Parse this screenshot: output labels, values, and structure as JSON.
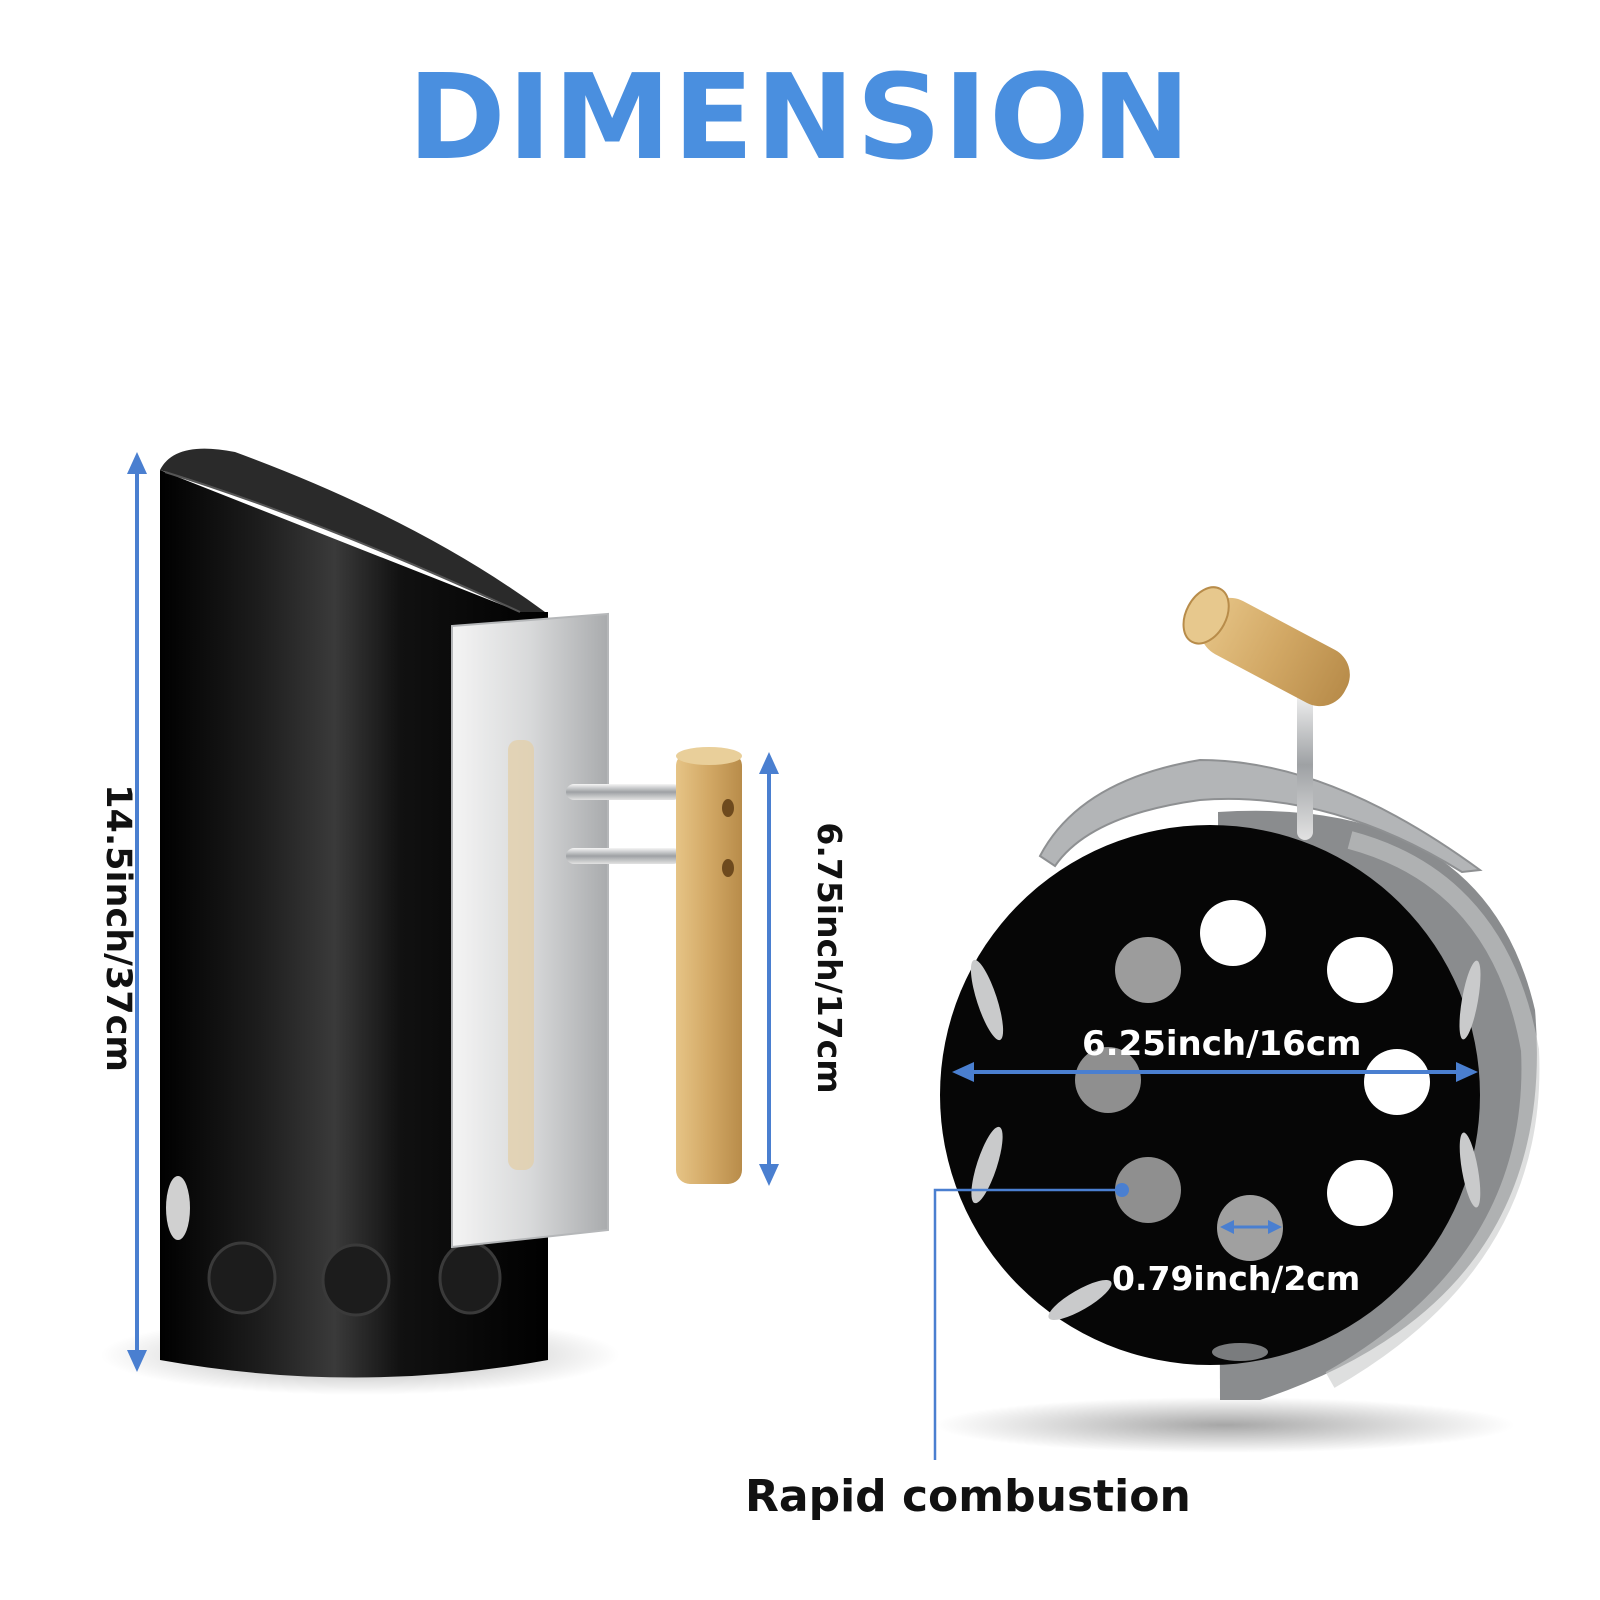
{
  "title": "DIMENSION",
  "colors": {
    "title": "#4A8FDF",
    "arrow": "#4A7FD0",
    "body_black": "#0a0a0a",
    "steel": "#cfd1d3",
    "bamboo": "#d9b477",
    "label_dark": "#111111",
    "label_light": "#ffffff"
  },
  "dimensions": {
    "height": "14.5inch/37cm",
    "handle_length": "6.75inch/17cm",
    "diameter": "6.25inch/16cm",
    "hole_diameter": "0.79inch/2cm"
  },
  "callout": "Rapid combustion"
}
